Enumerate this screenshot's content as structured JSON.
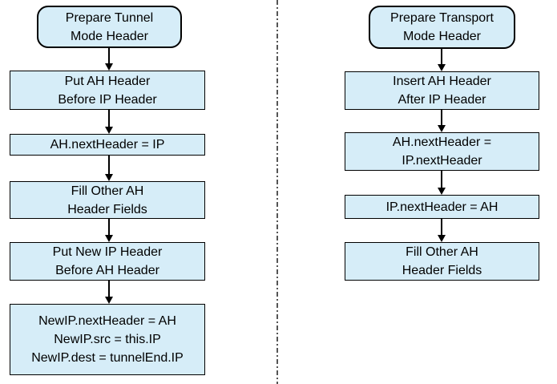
{
  "diagram": {
    "kind": "flowchart",
    "colors": {
      "box_fill": "#d6edf8",
      "box_border": "#000000",
      "arrow": "#000000",
      "separator": "#555555",
      "background": "#ffffff"
    },
    "left_flow": {
      "name": "tunnel-mode-flow",
      "steps": [
        {
          "shape": "rounded",
          "lines": [
            "Prepare Tunnel",
            "Mode Header"
          ]
        },
        {
          "shape": "rect",
          "lines": [
            "Put AH Header",
            "Before IP Header"
          ]
        },
        {
          "shape": "rect",
          "lines": [
            "AH.nextHeader = IP"
          ]
        },
        {
          "shape": "rect",
          "lines": [
            "Fill Other AH",
            "Header Fields"
          ]
        },
        {
          "shape": "rect",
          "lines": [
            "Put New IP Header",
            "Before AH Header"
          ]
        },
        {
          "shape": "rect",
          "lines": [
            "NewIP.nextHeader = AH",
            "NewIP.src = this.IP",
            "NewIP.dest = tunnelEnd.IP"
          ]
        }
      ]
    },
    "right_flow": {
      "name": "transport-mode-flow",
      "steps": [
        {
          "shape": "rounded",
          "lines": [
            "Prepare Transport",
            "Mode Header"
          ]
        },
        {
          "shape": "rect",
          "lines": [
            "Insert AH Header",
            "After IP Header"
          ]
        },
        {
          "shape": "rect",
          "lines": [
            "AH.nextHeader =",
            "IP.nextHeader"
          ]
        },
        {
          "shape": "rect",
          "lines": [
            "IP.nextHeader = AH"
          ]
        },
        {
          "shape": "rect",
          "lines": [
            "Fill Other AH",
            "Header Fields"
          ]
        }
      ]
    }
  }
}
